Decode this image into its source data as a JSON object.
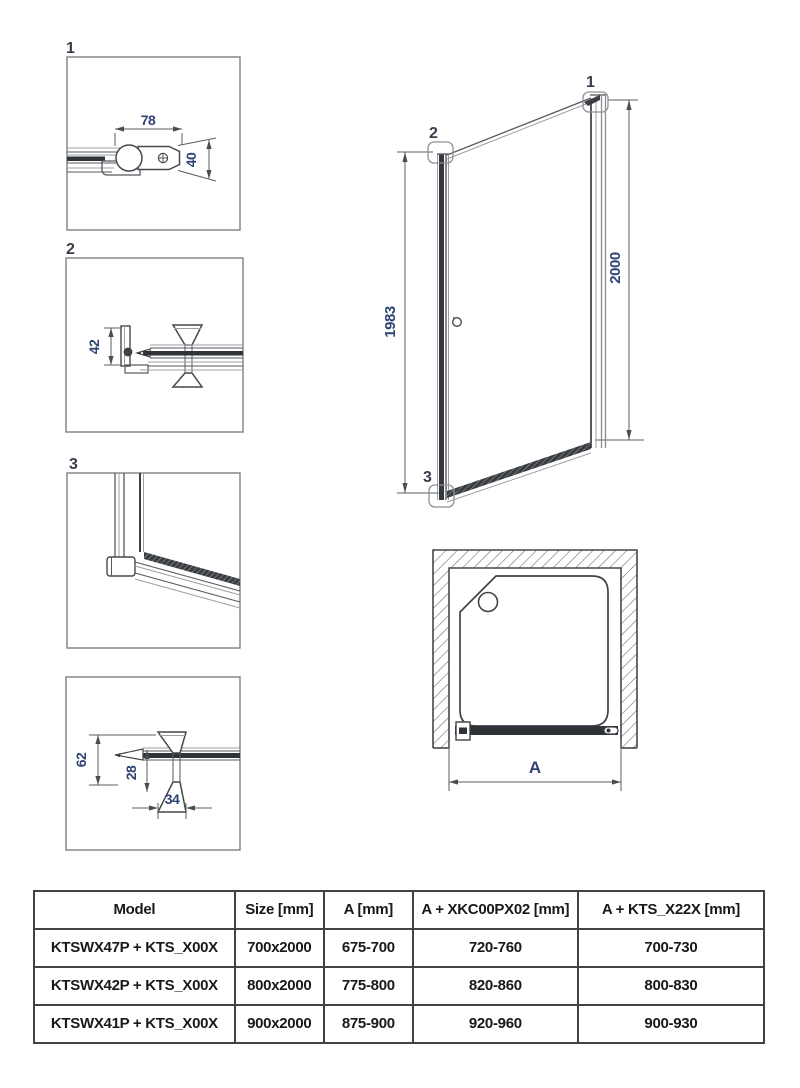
{
  "details": {
    "detail1": {
      "callout": "1",
      "dim_top": "78",
      "dim_side": "40"
    },
    "detail2": {
      "callout": "2",
      "dim_side": "42"
    },
    "detail3": {
      "callout": "3"
    },
    "detail4": {
      "dim_outer": "62",
      "dim_inner": "28",
      "dim_width": "34"
    }
  },
  "elevation": {
    "callout_top_hinge": "1",
    "callout_wall_profile": "2",
    "callout_bottom_corner": "3",
    "dim_glass_height": "1983",
    "dim_total_height": "2000"
  },
  "plan": {
    "dim_opening_width": "A"
  },
  "spec_table": {
    "headers": [
      "Model",
      "Size [mm]",
      "A [mm]",
      "A + XKC00PX02 [mm]",
      "A + KTS_X22X [mm]"
    ],
    "rows": [
      {
        "model": "KTSWX47P + KTS_X00X",
        "size": "700x2000",
        "a": "675-700",
        "a_xkc": "720-760",
        "a_kts": "700-730"
      },
      {
        "model": "KTSWX42P + KTS_X00X",
        "size": "800x2000",
        "a": "775-800",
        "a_xkc": "820-860",
        "a_kts": "800-830"
      },
      {
        "model": "KTSWX41P + KTS_X00X",
        "size": "900x2000",
        "a": "875-900",
        "a_xkc": "920-960",
        "a_kts": "900-930"
      }
    ]
  },
  "colors": {
    "dimension_text": "#2e4273",
    "callout_text": "#383e4a",
    "drawing_line": "#55585d",
    "dark_fill": "#2f3237",
    "table_border": "#3f4246"
  }
}
